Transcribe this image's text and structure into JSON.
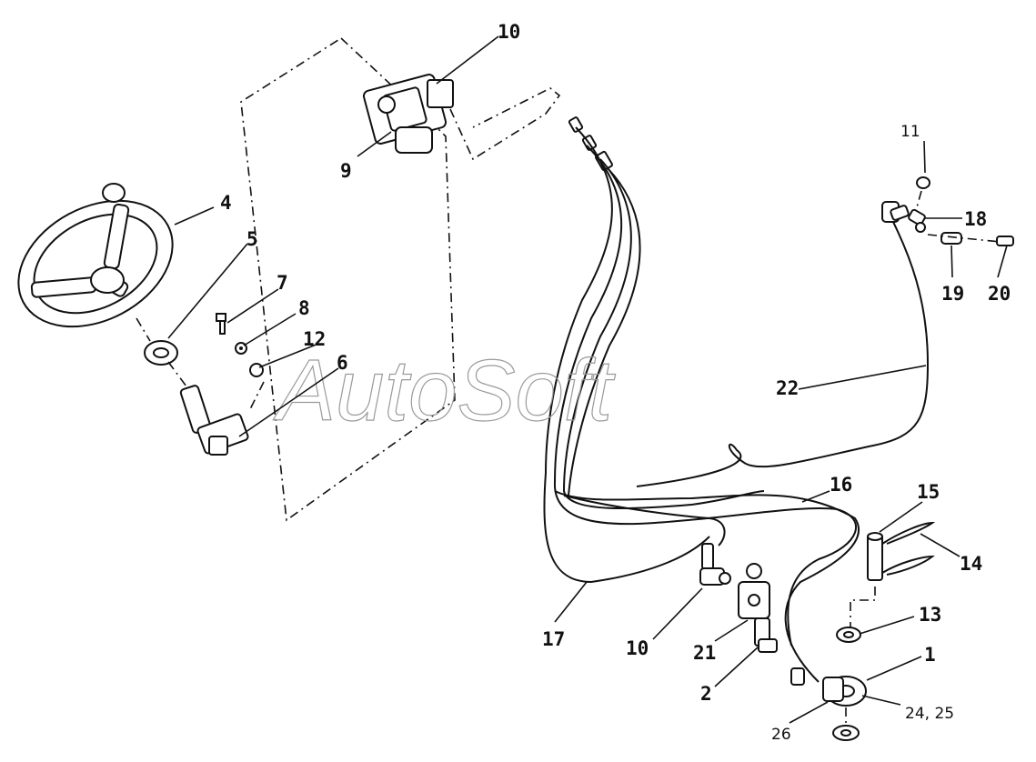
{
  "watermark": "AutoSoft",
  "callouts": {
    "c1": "1",
    "c2": "2",
    "c4": "4",
    "c5": "5",
    "c6": "6",
    "c7": "7",
    "c8": "8",
    "c9": "9",
    "c10_top": "10",
    "c10_bottom": "10",
    "c11": "11",
    "c12": "12",
    "c13": "13",
    "c14": "14",
    "c15": "15",
    "c16": "16",
    "c17": "17",
    "c18": "18",
    "c19": "19",
    "c20": "20",
    "c21": "21",
    "c22": "22",
    "c24_25": "24, 25",
    "c26": "26"
  }
}
